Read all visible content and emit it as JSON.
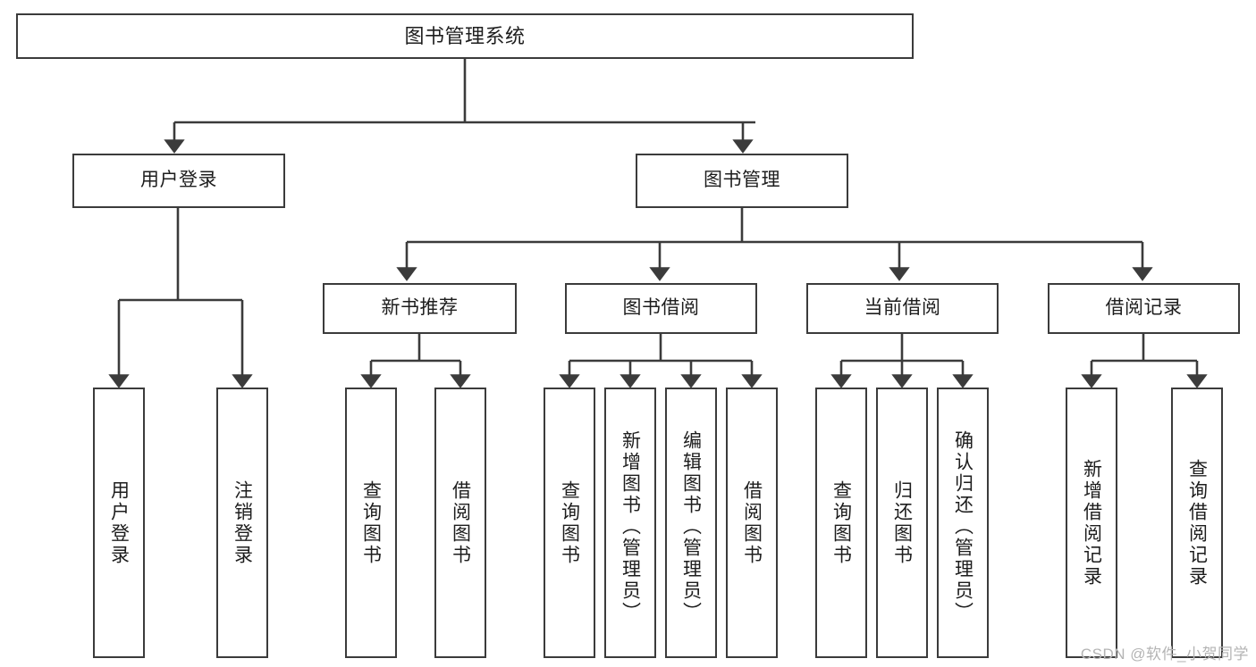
{
  "diagram": {
    "title": "图书管理系统",
    "type": "功能结构图",
    "watermark": "CSDN @软件_小贺同学",
    "colors": {
      "border": "#3b3b3b",
      "text": "#1d1d1d",
      "background": "#ffffff",
      "watermark": "#b4b4b4"
    },
    "root": {
      "label": "图书管理系统"
    },
    "level2": [
      {
        "id": "user-login",
        "label": "用户登录"
      },
      {
        "id": "book-management",
        "label": "图书管理"
      }
    ],
    "level3": [
      {
        "id": "new-book-recommend",
        "label": "新书推荐",
        "parent": "book-management"
      },
      {
        "id": "book-borrow",
        "label": "图书借阅",
        "parent": "book-management"
      },
      {
        "id": "current-borrow",
        "label": "当前借阅",
        "parent": "book-management"
      },
      {
        "id": "borrow-record",
        "label": "借阅记录",
        "parent": "book-management"
      }
    ],
    "leaves": {
      "user-login": [
        {
          "id": "leaf-user-login",
          "label": "用户登录"
        },
        {
          "id": "leaf-logout-login",
          "label": "注销登录"
        }
      ],
      "new-book-recommend": [
        {
          "id": "leaf-query-book-1",
          "label": "查询图书"
        },
        {
          "id": "leaf-borrow-book-1",
          "label": "借阅图书"
        }
      ],
      "book-borrow": [
        {
          "id": "leaf-query-book-2",
          "label": "查询图书"
        },
        {
          "id": "leaf-add-book",
          "label": "新增图书（管理员）"
        },
        {
          "id": "leaf-edit-book",
          "label": "编辑图书（管理员）"
        },
        {
          "id": "leaf-borrow-book-2",
          "label": "借阅图书"
        }
      ],
      "current-borrow": [
        {
          "id": "leaf-query-book-3",
          "label": "查询图书"
        },
        {
          "id": "leaf-return-book",
          "label": "归还图书"
        },
        {
          "id": "leaf-confirm-return",
          "label": "确认归还（管理员）"
        }
      ],
      "borrow-record": [
        {
          "id": "leaf-add-record",
          "label": "新增借阅记录"
        },
        {
          "id": "leaf-query-record",
          "label": "查询借阅记录"
        }
      ]
    }
  }
}
